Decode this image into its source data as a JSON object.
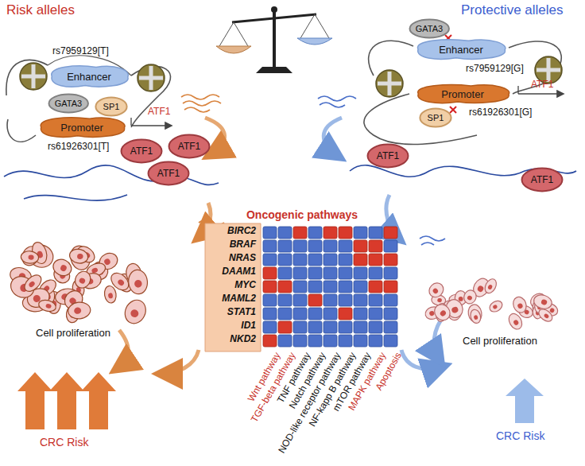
{
  "diagram": {
    "nodes": [
      {
        "text": [
          "Enhancer"
        ]
      },
      {
        "text": [
          "GATA3"
        ]
      },
      {
        "text": [
          "SP1"
        ]
      },
      {
        "text": [
          "Promoter"
        ]
      },
      {
        "text": [
          "GATA3"
        ]
      },
      {
        "text": [
          "Enhancer"
        ]
      },
      {
        "text": [
          "Promoter"
        ]
      },
      {
        "text": [
          "SP1"
        ]
      },
      {
        "text": [
          "ATF1"
        ]
      },
      {
        "text": [
          "ATF1"
        ]
      },
      {
        "text": [
          "ATF1"
        ]
      },
      {
        "text": [
          "ATF1"
        ]
      },
      {
        "text": [
          "ATF1"
        ]
      },
      {
        "text": [
          "BIRC2",
          "BRAF",
          "NRAS",
          "DAAM1",
          "MYC",
          "MAML2",
          "STAT1",
          "ID1",
          "NKD2"
        ]
      }
    ],
    "labels": [
      "Risk alleles",
      "Protective alleles",
      "rs7959129[T]",
      "rs61926301[T]",
      "ATF1",
      "rs7959129[G]",
      "rs61926301[G]",
      "ATF1",
      "Oncogenic pathways",
      "Wnt pathway",
      "TGF-beta pathway",
      "TNF pathway",
      "Notch pathway",
      "NOD-like receptor pathway",
      "NF-kapp B pathway",
      "mTOR pathway",
      "MAPK pathway",
      "Apoptosis",
      "Cell proliferation",
      "CRC Risk",
      "Cell proliferation",
      "CRC Risk"
    ]
  }
}
